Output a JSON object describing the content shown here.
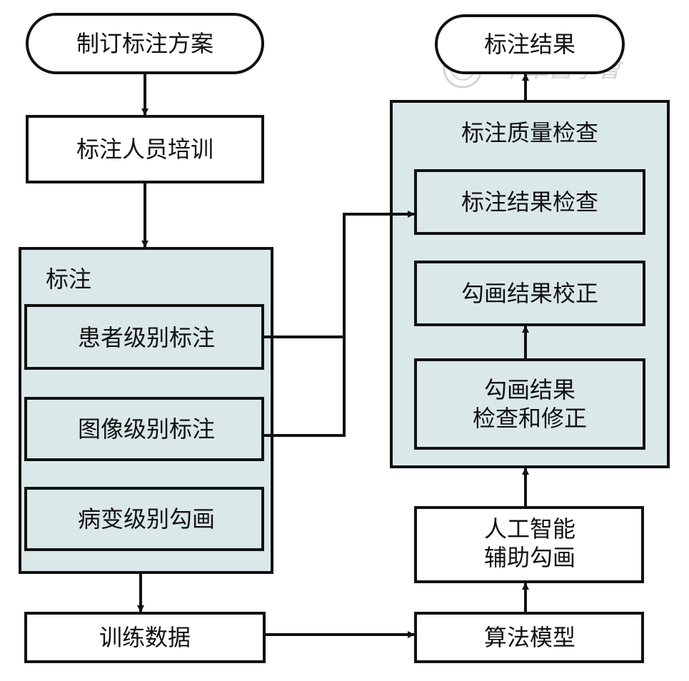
{
  "nodes": {
    "plan": "制订标注方案",
    "training": "标注人员培训",
    "annotation_group": "标注",
    "patient_level": "患者级别标注",
    "image_level": "图像级别标注",
    "lesion_level": "病变级别勾画",
    "train_data": "训练数据",
    "algorithm": "算法模型",
    "ai_assist_line1": "人工智能",
    "ai_assist_line2": "辅助勾画",
    "qc_group": "标注质量检查",
    "result_check": "标注结果检查",
    "contour_correct": "勾画结果校正",
    "contour_check_line1": "勾画结果",
    "contour_check_line2": "检查和修正",
    "result": "标注结果"
  },
  "watermark": "中華醫學會",
  "colors": {
    "panel": "#dbe8ea",
    "stroke": "#111111",
    "background": "#ffffff"
  }
}
